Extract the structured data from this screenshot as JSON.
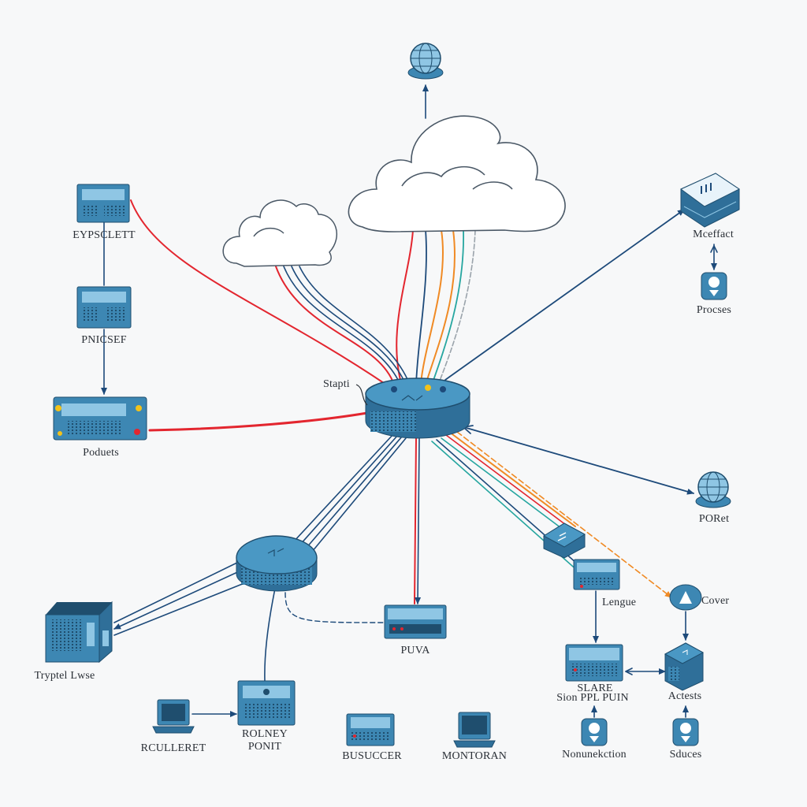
{
  "colors": {
    "device": "#3d87b3",
    "device_dark": "#1f4e6e",
    "screen": "#8fc6e4",
    "link_navy": "#1d4a7a",
    "link_red": "#e3262f",
    "link_orange": "#f08a24",
    "link_teal": "#26a6a0",
    "link_gray": "#9aa3ab",
    "cloud_fill": "#ffffff",
    "cloud_stroke": "#4a5866"
  },
  "labels": {
    "eypscett": "EYPSCLETT",
    "pnicsef": "PNICSEF",
    "poduets": "Poduets",
    "stapti": "Stapti",
    "mceffact": "Mceffact",
    "procses": "Procses",
    "poret": "PORet",
    "lengue": "Lengue",
    "cover": "Cover",
    "puva": "PUVA",
    "typtel_lwse": "Tryptel Lwse",
    "rculleret": "RCULLERET",
    "rolney_ponit_1": "ROLNEY",
    "rolney_ponit_2": "PONIT",
    "busucer": "BUSUCCER",
    "monitoran": "MONTORAN",
    "slare_1": "SLARE",
    "slare_2": "Sion PPL PUIN",
    "nonuekction": "Nonunekction",
    "actests": "Actests",
    "sduces": "Sduces"
  },
  "icons": [
    "globe-icon",
    "cloud-icon",
    "switch-icon",
    "router-icon",
    "server-icon",
    "laptop-icon",
    "monitor-icon",
    "location-pin-icon",
    "warning-icon",
    "storage-icon"
  ]
}
